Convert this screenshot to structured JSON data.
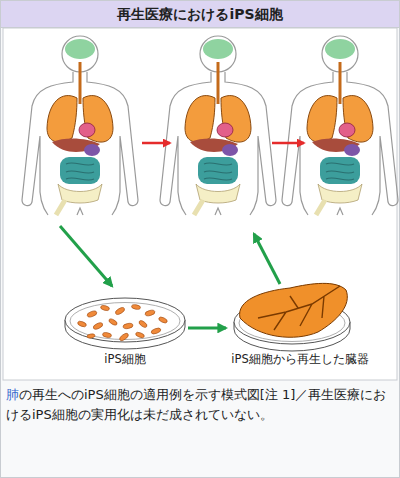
{
  "diagram": {
    "title": "再生医療におけるiPS細胞",
    "caption": "肺の再生へのiPS細胞の適用例を示す模式図[注 1]／再生医療におけるiPS細胞の実用化は未だ成されていない。",
    "nodes": [
      {
        "text": [
          "iPS細胞"
        ]
      },
      {
        "text": [
          "iPS細胞から再生した臓器"
        ]
      }
    ],
    "edges": [
      {
        "from": 0,
        "to": 1,
        "arrow": "to"
      }
    ]
  }
}
